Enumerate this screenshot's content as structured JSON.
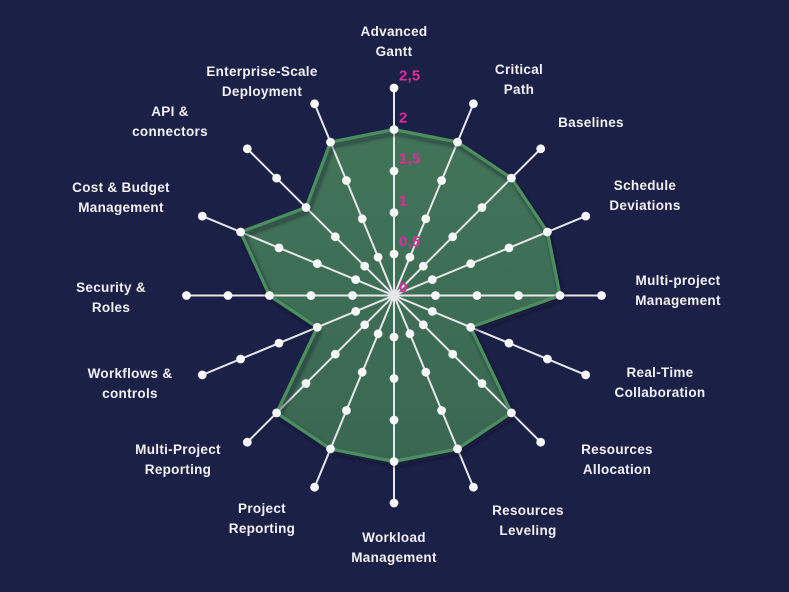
{
  "chart_data": {
    "type": "radar",
    "categories": [
      "Advanced\nGantt",
      "Critical\nPath",
      "Baselines",
      "Schedule\nDeviations",
      "Multi-project\nManagement",
      "Real-Time\nCollaboration",
      "Resources\nAllocation",
      "Resources\nLeveling",
      "Workload\nManagement",
      "Project\nReporting",
      "Multi-Project\nReporting",
      "Workflows &\ncontrols",
      "Security &\nRoles",
      "Cost & Budget\nManagement",
      "API &\nconnectors",
      "Enterprise-Scale\nDeployment"
    ],
    "values": [
      2,
      2,
      2,
      2,
      2,
      1,
      2,
      2,
      2,
      2,
      2,
      1,
      1.5,
      2,
      1.5,
      2
    ],
    "rlim": [
      0,
      2.5
    ],
    "ticks": [
      0,
      0.5,
      1,
      1.5,
      2,
      2.5
    ],
    "tick_labels": [
      "0",
      "0,5",
      "1",
      "1,5",
      "2",
      "2,5"
    ],
    "grid": "radial-spokes-with-dots",
    "legend": false,
    "title": ""
  },
  "colors": {
    "background": "#1b2146",
    "spoke": "#e7e7ea",
    "dot": "#f7f7f9",
    "polygon_fill": "#3e6d57",
    "polygon_fill_top": "#437459",
    "polygon_fill_bottom": "#3a6753",
    "polygon_border": "#4b8f5f",
    "shadow": "#0e1526",
    "tick_label": "#e72a9d",
    "axis_label": "#f1f1f4"
  }
}
